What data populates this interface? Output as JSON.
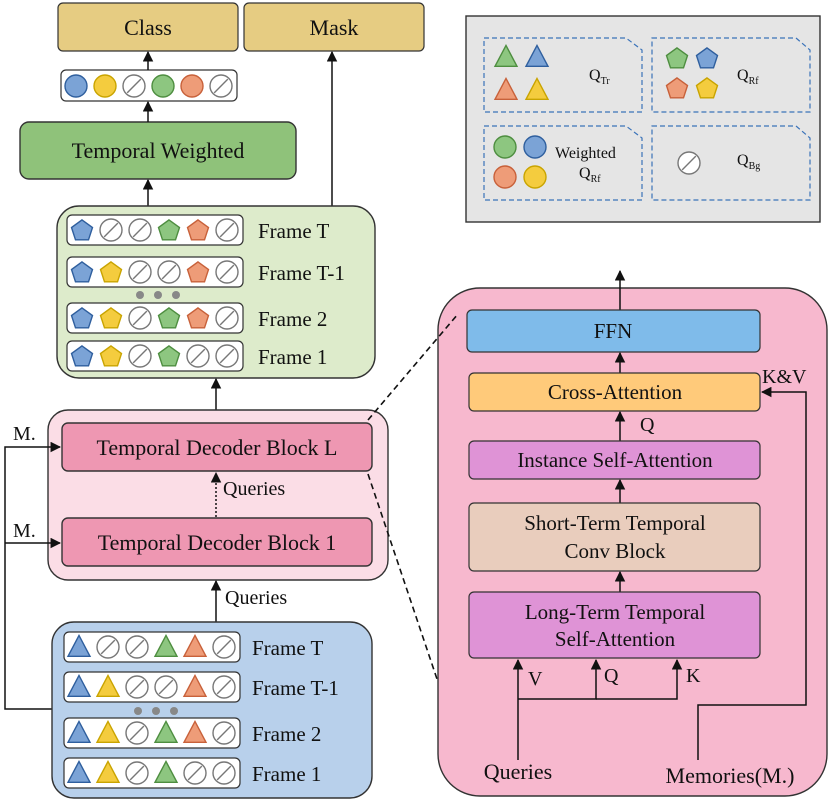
{
  "outputs": {
    "class_label": "Class",
    "mask_label": "Mask"
  },
  "temporal_weighted": {
    "label": "Temporal Weighted"
  },
  "refined_frames": {
    "labels": [
      "Frame T",
      "Frame T-1",
      "Frame 2",
      "Frame 1"
    ],
    "rows": [
      [
        "pent-blue",
        "null",
        "null",
        "pent-green",
        "pent-orange",
        "null"
      ],
      [
        "pent-blue",
        "pent-yellow",
        "null",
        "null",
        "pent-orange",
        "null"
      ],
      [
        "pent-blue",
        "pent-yellow",
        "null",
        "pent-green",
        "pent-orange",
        "null"
      ],
      [
        "pent-blue",
        "pent-yellow",
        "null",
        "pent-green",
        "null",
        "null"
      ]
    ]
  },
  "weighted_queries": [
    "circ-blue",
    "circ-yellow",
    "null",
    "circ-green",
    "circ-orange",
    "null"
  ],
  "decoder": {
    "block_top": "Temporal Decoder Block L",
    "block_bottom": "Temporal Decoder Block 1",
    "queries_mid": "Queries",
    "queries_in": "Queries",
    "memory_top": "M.",
    "memory_bottom": "M."
  },
  "tracked_frames": {
    "labels": [
      "Frame T",
      "Frame T-1",
      "Frame 2",
      "Frame 1"
    ],
    "rows": [
      [
        "tri-blue",
        "null",
        "null",
        "tri-green",
        "tri-orange",
        "null"
      ],
      [
        "tri-blue",
        "tri-yellow",
        "null",
        "null",
        "tri-orange",
        "null"
      ],
      [
        "tri-blue",
        "tri-yellow",
        "null",
        "tri-green",
        "tri-orange",
        "null"
      ],
      [
        "tri-blue",
        "tri-yellow",
        "null",
        "tri-green",
        "null",
        "null"
      ]
    ]
  },
  "legend": {
    "q_main": "Q",
    "q_tr_sub": "Tr",
    "q_rf_sub": "Rf",
    "weighted_label": "Weighted",
    "weighted_q_sub": "Rf",
    "q_bg_sub": "Bg"
  },
  "block_detail": {
    "ffn": "FFN",
    "cross_attention": "Cross-Attention",
    "kv_label": "K&V",
    "q_label": "Q",
    "instance_sa": "Instance Self-Attention",
    "short_term_line1": "Short-Term Temporal",
    "short_term_line2": "Conv Block",
    "long_term_line1": "Long-Term Temporal",
    "long_term_line2": "Self-Attention",
    "v_label": "V",
    "q_in_label": "Q",
    "k_label": "K",
    "queries_label": "Queries",
    "memories_label": "Memories(M.)"
  },
  "colors": {
    "output_box": "#E6CC82",
    "weighted_box": "#8FC27A",
    "refined_panel": "#DDEBCB",
    "decoder_panel": "#FBDDE6",
    "decoder_block": "#EE97B2",
    "tracked_panel": "#B8D0EB",
    "legend_bg": "#E5E5E5",
    "detail_panel": "#F7B8CE",
    "ffn": "#7FBBEA",
    "cross_attention": "#FFCA7A",
    "instance_sa": "#DF93D6",
    "short_term": "#E9CDBD",
    "long_term": "#DF93D6",
    "shape_blue": "#7BA3D6",
    "shape_yellow": "#F4CC3E",
    "shape_green": "#8DC680",
    "shape_orange": "#EE9C78"
  }
}
